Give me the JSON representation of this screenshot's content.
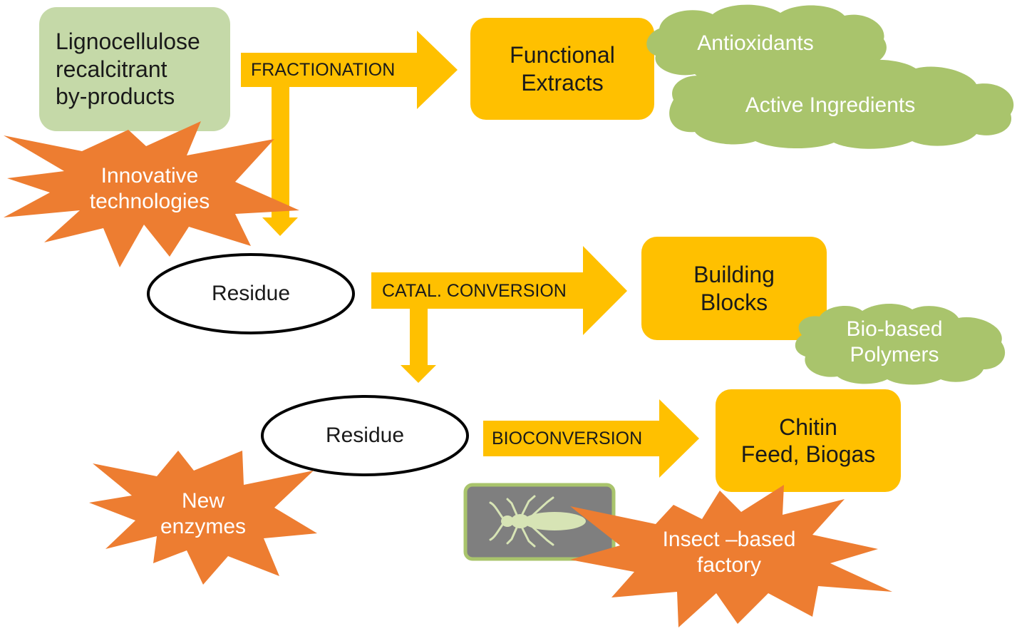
{
  "colors": {
    "arrow": "#FFC000",
    "box": "#FFC000",
    "source_box": "#C5D9A8",
    "cloud": "#A9C46C",
    "burst": "#ED7D31",
    "ellipse_fill": "#FFFFFF",
    "ellipse_stroke": "#000000",
    "insect_bg": "#7F7F7F",
    "insect_border": "#A9C46C",
    "insect": "#D7E4B5"
  },
  "nodes": {
    "source": "Lignocellulose\nrecalcitrant\nby-products",
    "functional_extracts": "Functional\nExtracts",
    "residue_1": "Residue",
    "building_blocks": "Building\nBlocks",
    "residue_2": "Residue",
    "chitin": "Chitin\nFeed, Biogas"
  },
  "arrows": {
    "fractionation": "FRACTIONATION",
    "catal_conversion": "CATAL. CONVERSION",
    "bioconversion": "BIOCONVERSION"
  },
  "clouds": {
    "antioxidants": "Antioxidants",
    "active_ingredients": "Active Ingredients",
    "bio_based_polymers": "Bio-based\nPolymers"
  },
  "bursts": {
    "innovative_technologies": "Innovative\ntechnologies",
    "new_enzymes": "New\nenzymes",
    "insect_factory": "Insect –based\nfactory"
  },
  "icons": {
    "insect": "insect-icon"
  }
}
